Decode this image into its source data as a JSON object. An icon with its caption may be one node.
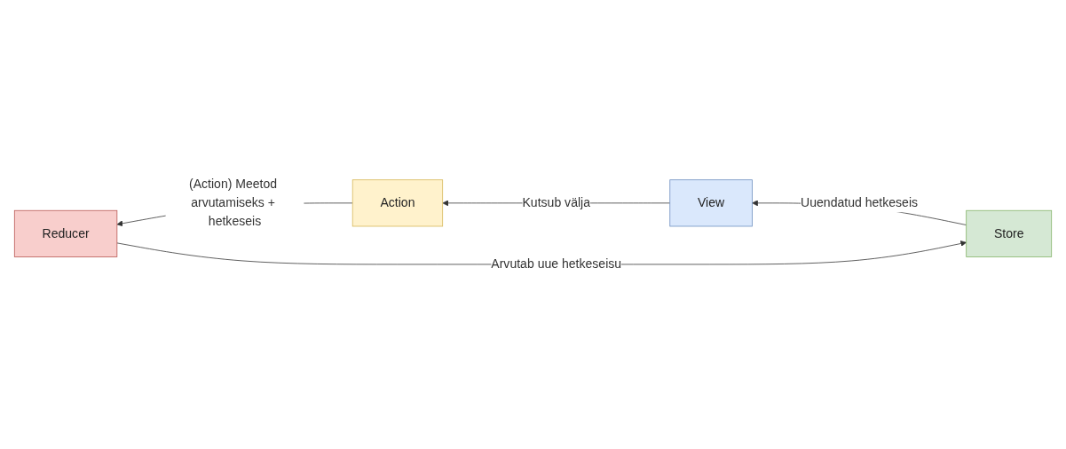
{
  "diagram": {
    "nodes": [
      {
        "text": [
          "Store"
        ]
      },
      {
        "text": [
          "Reducer"
        ]
      },
      {
        "text": [
          "Action"
        ]
      },
      {
        "text": [
          "View"
        ]
      }
    ],
    "edges": [
      {
        "from": 1,
        "to": 0,
        "arrow": "to",
        "label": "Arvutab uue hetkeseisu"
      },
      {
        "from": 2,
        "to": 1,
        "arrow": "to",
        "label": "(Action) Meetod arvutamiseks + hetkeseis"
      },
      {
        "from": 0,
        "to": 3,
        "arrow": "to",
        "label": "Uuendatud hetkeseis"
      },
      {
        "from": 3,
        "to": 2,
        "arrow": "to",
        "label": "Kutsub välja"
      }
    ]
  }
}
